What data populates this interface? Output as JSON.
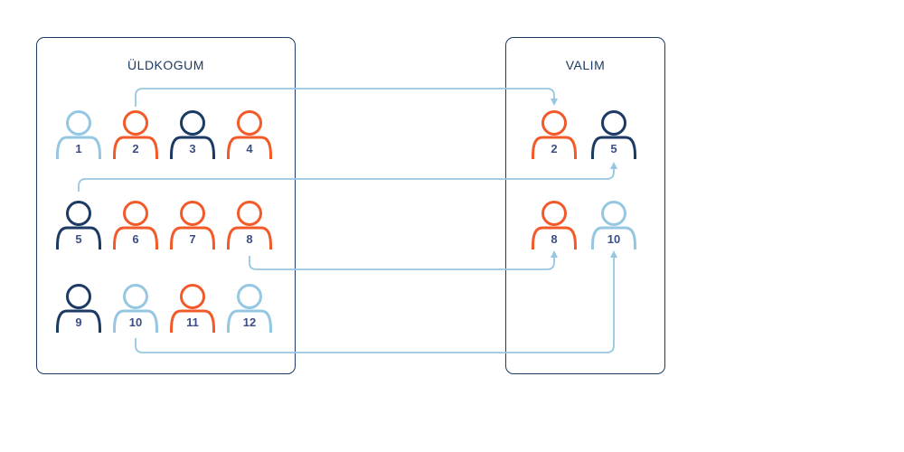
{
  "colors": {
    "orange": "#f35a2a",
    "navy": "#1c3a63",
    "light_blue": "#96c7e2",
    "arrow": "#96c7e2",
    "box_border": "#1c3a63",
    "number_text": "#3b4f86"
  },
  "population": {
    "title": "ÜLDKOGUM",
    "people": [
      {
        "label": "1",
        "color": "light_blue"
      },
      {
        "label": "2",
        "color": "orange"
      },
      {
        "label": "3",
        "color": "navy"
      },
      {
        "label": "4",
        "color": "orange"
      },
      {
        "label": "5",
        "color": "navy"
      },
      {
        "label": "6",
        "color": "orange"
      },
      {
        "label": "7",
        "color": "orange"
      },
      {
        "label": "8",
        "color": "orange"
      },
      {
        "label": "9",
        "color": "navy"
      },
      {
        "label": "10",
        "color": "light_blue"
      },
      {
        "label": "11",
        "color": "orange"
      },
      {
        "label": "12",
        "color": "light_blue"
      }
    ]
  },
  "sample": {
    "title": "VALIM",
    "people": [
      {
        "label": "2",
        "color": "orange"
      },
      {
        "label": "5",
        "color": "navy"
      },
      {
        "label": "8",
        "color": "orange"
      },
      {
        "label": "10",
        "color": "light_blue"
      }
    ]
  },
  "connections": [
    {
      "from": "2",
      "to": "2"
    },
    {
      "from": "5",
      "to": "5"
    },
    {
      "from": "8",
      "to": "8"
    },
    {
      "from": "10",
      "to": "10"
    }
  ]
}
